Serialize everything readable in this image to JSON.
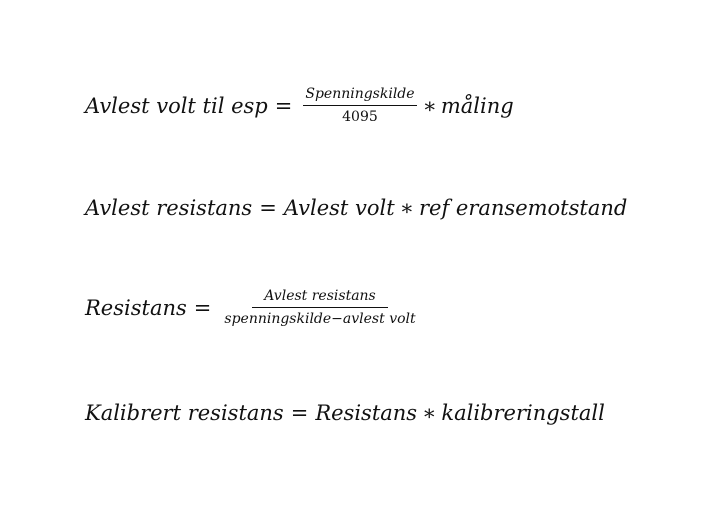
{
  "equations": {
    "eq1": {
      "lhs": "Avlest volt til esp",
      "eq": "=",
      "numerator": "Spenningskilde",
      "denominator": "4095",
      "times": "∗",
      "factor": "måling"
    },
    "eq2": {
      "lhs": "Avlest resistans",
      "eq": "=",
      "rhs_a": "Avlest volt",
      "times": "∗",
      "rhs_b": "ref eransemotstand"
    },
    "eq3": {
      "lhs": "Resistans",
      "eq": "=",
      "numerator": "Avlest resistans",
      "denominator": "spenningskilde−avlest volt"
    },
    "eq4": {
      "lhs": "Kalibrert resistans",
      "eq": "=",
      "rhs_a": "Resistans",
      "times": "∗",
      "rhs_b": "kalibreringstall"
    }
  }
}
